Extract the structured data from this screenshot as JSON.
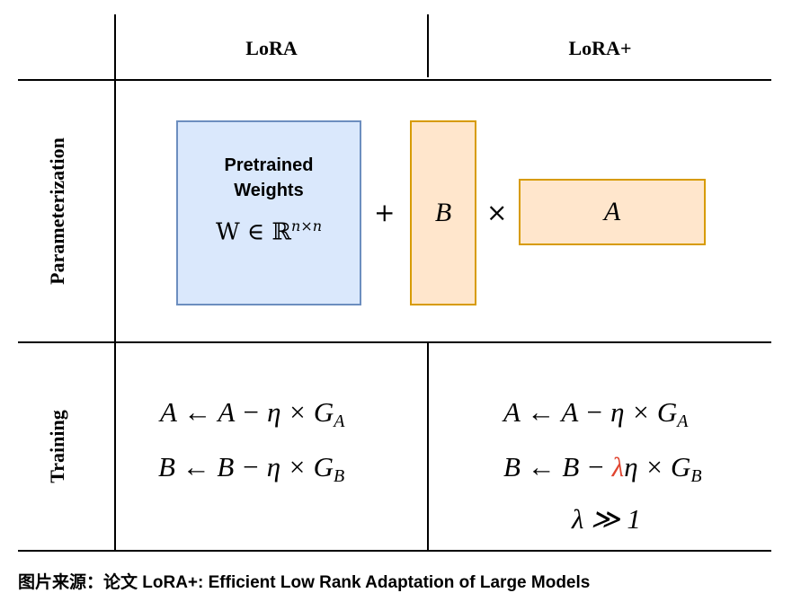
{
  "header": {
    "lora": "LoRA",
    "lora_plus": "LoRA+"
  },
  "rows": {
    "parameterization": "Parameterization",
    "training": "Training"
  },
  "diagram": {
    "pretrained_label_line1": "Pretrained",
    "pretrained_label_line2": "Weights",
    "pretrained_math_base": "W ∈ ℝ",
    "pretrained_math_sup": "n×n",
    "plus": "+",
    "times": "×",
    "b_label": "B",
    "a_label": "A",
    "colors": {
      "weights_fill": "#dae8fc",
      "weights_border": "#6c8ebf",
      "lowrank_fill": "#ffe6cc",
      "lowrank_border": "#d79b00",
      "lambda_highlight": "#e0442f"
    }
  },
  "training": {
    "lora": {
      "eq_a": {
        "lhs": "A ← A − η × G",
        "sub": "A"
      },
      "eq_b": {
        "lhs": "B ← B − η × G",
        "sub": "B"
      }
    },
    "lora_plus": {
      "eq_a": {
        "lhs": "A ← A − η × G",
        "sub": "A"
      },
      "eq_b": {
        "pre": "B ← B − ",
        "lambda": "λ",
        "post": "η × G",
        "sub": "B"
      },
      "eq_c": "λ ≫ 1"
    }
  },
  "caption": "图片来源：论文 LoRA+: Efficient Low Rank Adaptation of Large Models"
}
